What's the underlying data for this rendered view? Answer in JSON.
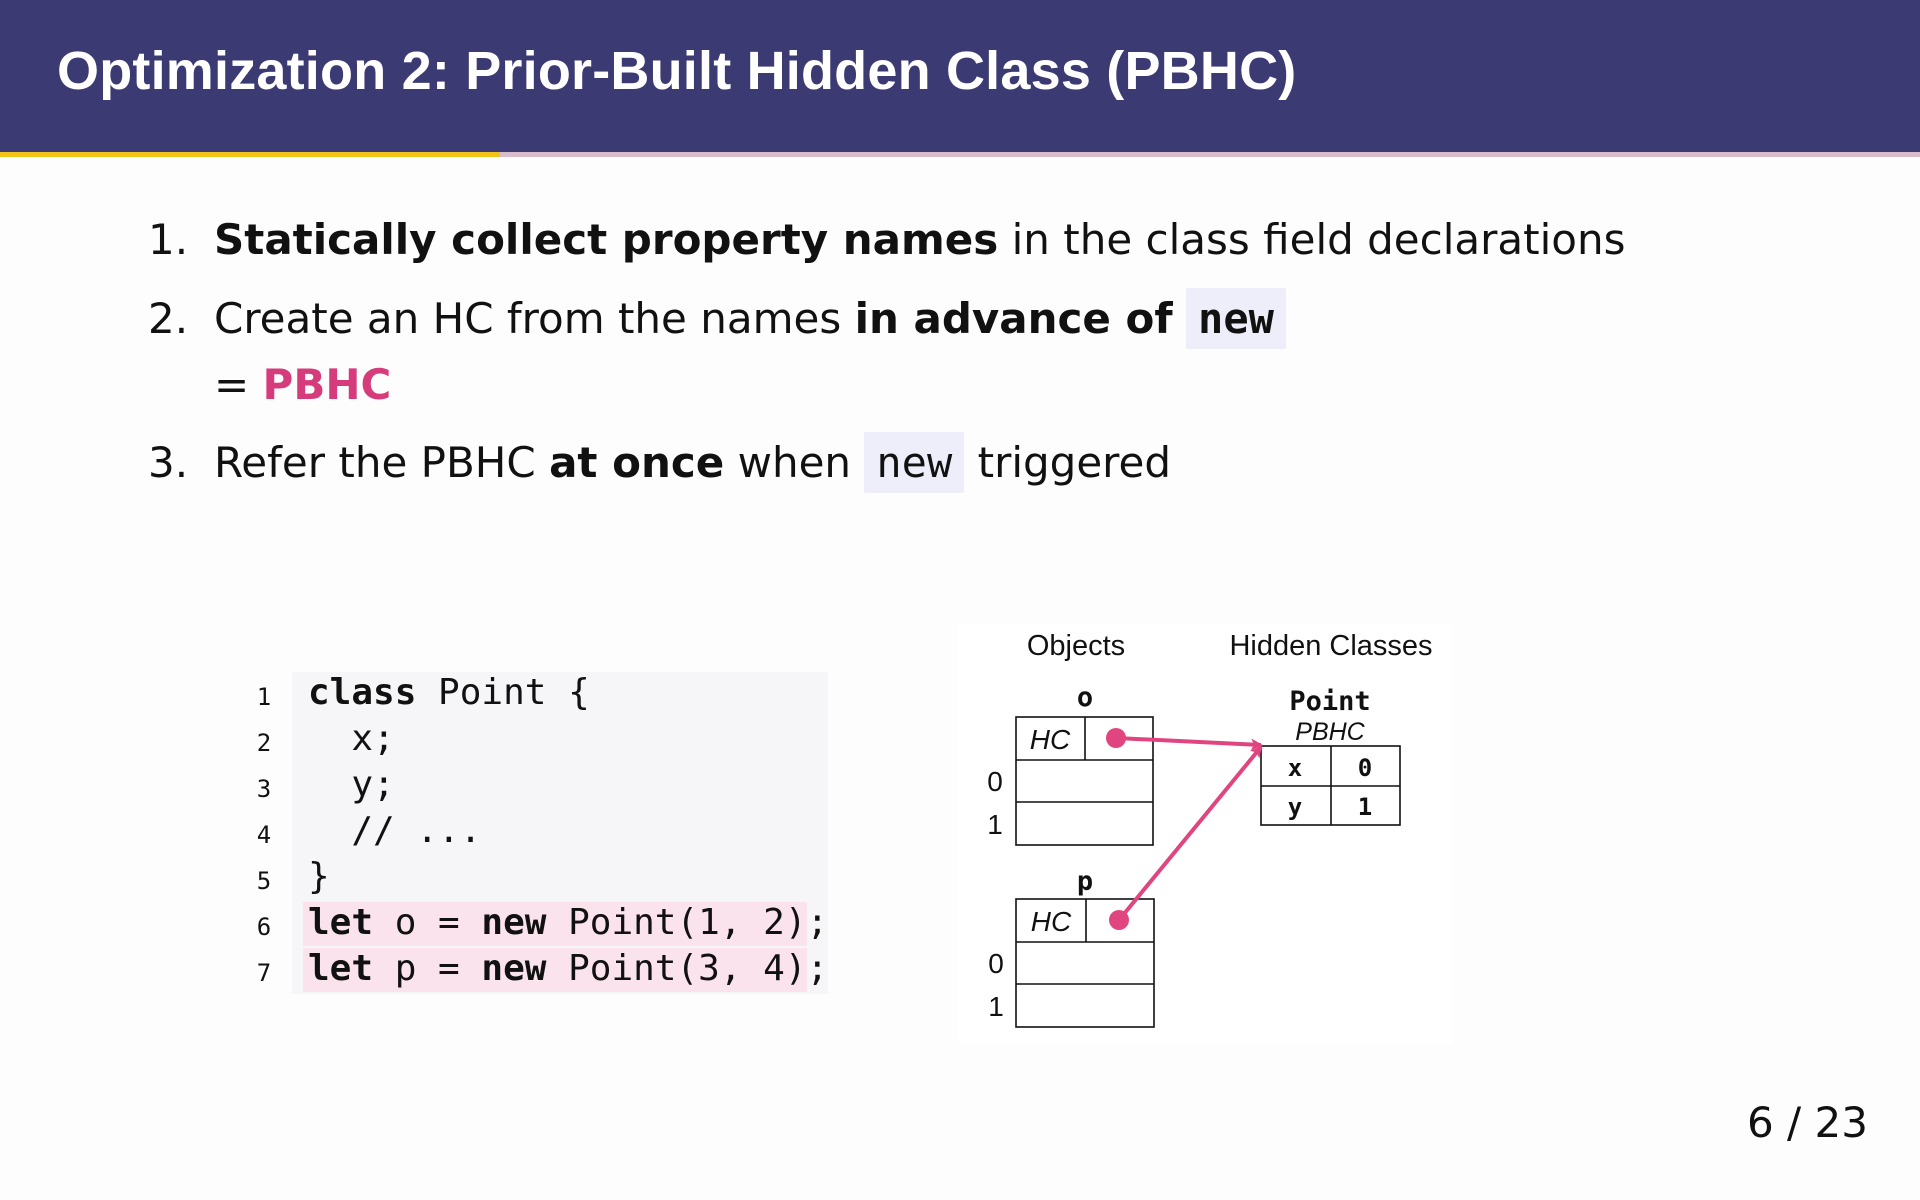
{
  "header": {
    "title": "Optimization 2: Prior-Built Hidden Class (PBHC)"
  },
  "list": [
    {
      "number": "1.",
      "bold": "Statically collect property names",
      "rest": " in the class field declarations"
    },
    {
      "number": "2.",
      "prefix": "Create an HC from the names ",
      "bold": "in advance of",
      "code": "new",
      "cont_eq": "= ",
      "cont_accent": "PBHC"
    },
    {
      "number": "3.",
      "prefix": "Refer the PBHC ",
      "bold": "at once",
      "middle": " when",
      "code": "new",
      "suffix": "triggered"
    }
  ],
  "code": {
    "line_numbers": [
      "1",
      "2",
      "3",
      "4",
      "5",
      "6",
      "7"
    ],
    "lines": [
      {
        "kw1": "class",
        "t1": " Point {"
      },
      {
        "t1": "  x;"
      },
      {
        "t1": "  y;"
      },
      {
        "t1": "  // ..."
      },
      {
        "t1": "}"
      },
      {
        "kw1": "let",
        "t1": " o = ",
        "kw2": "new",
        "t2": " Point(1, 2);"
      },
      {
        "kw1": "let",
        "t1": " p = ",
        "kw2": "new",
        "t2": " Point(3, 4);"
      }
    ],
    "highlighted_lines": [
      6,
      7
    ]
  },
  "diagram": {
    "objects_header": "Objects",
    "hidden_classes_header": "Hidden Classes",
    "object_o": {
      "name": "o",
      "hc_label": "HC",
      "slot_indices": [
        "0",
        "1"
      ]
    },
    "object_p": {
      "name": "p",
      "hc_label": "HC",
      "slot_indices": [
        "0",
        "1"
      ]
    },
    "hidden_class": {
      "name": "Point",
      "subtitle": "PBHC",
      "rows": [
        {
          "prop": "x",
          "offset": "0"
        },
        {
          "prop": "y",
          "offset": "1"
        }
      ]
    },
    "arrow_color": "#e0457f"
  },
  "footer": {
    "page": "6 / 23"
  }
}
